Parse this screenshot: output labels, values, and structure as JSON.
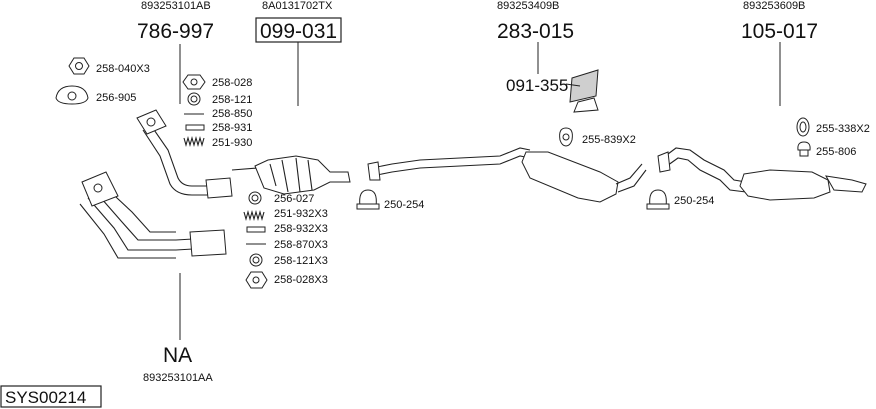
{
  "diagram": {
    "code": "SYS00214",
    "groups": [
      {
        "ref": "893253101AB",
        "number": "786-997"
      },
      {
        "ref": "8A0131702TX",
        "number": "099-031"
      },
      {
        "ref": "893253409B",
        "number": "283-015"
      },
      {
        "ref": "893253609B",
        "number": "105-017"
      },
      {
        "ref": "893253101AA",
        "number": "NA"
      }
    ],
    "parts": [
      "258-040X3",
      "256-905",
      "258-028",
      "258-121",
      "258-850",
      "258-931",
      "251-930",
      "256-027",
      "251-932X3",
      "258-932X3",
      "258-870X3",
      "258-121X3",
      "258-028X3",
      "250-254",
      "091-355",
      "255-839X2",
      "250-254",
      "255-338X2",
      "255-806"
    ]
  }
}
